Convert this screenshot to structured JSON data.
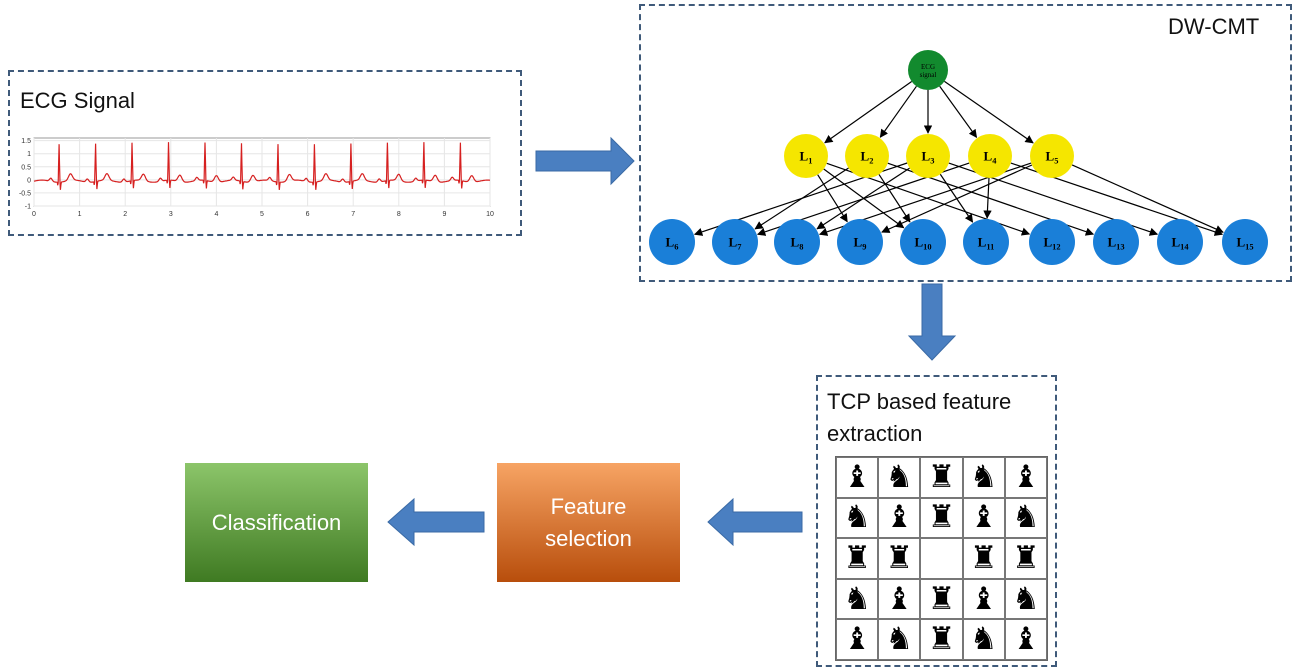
{
  "ecg_box": {
    "title": "ECG Signal",
    "plot": {
      "y_ticks": [
        "1.5",
        "1",
        "0.5",
        "0",
        "-0.5",
        "-1"
      ],
      "x_ticks": [
        "0",
        "1",
        "2",
        "3",
        "4",
        "5",
        "6",
        "7",
        "8",
        "9",
        "10"
      ],
      "line_color": "#d62020"
    }
  },
  "dwcmt_box": {
    "title": "DW-CMT",
    "root": {
      "line1": "ECG",
      "line2": "signal",
      "color": "#128a2e"
    },
    "level1": [
      {
        "base": "L",
        "sub": "1"
      },
      {
        "base": "L",
        "sub": "2"
      },
      {
        "base": "L",
        "sub": "3"
      },
      {
        "base": "L",
        "sub": "4"
      },
      {
        "base": "L",
        "sub": "5"
      }
    ],
    "level1_color": "#f5e600",
    "level2": [
      {
        "base": "L",
        "sub": "6"
      },
      {
        "base": "L",
        "sub": "7"
      },
      {
        "base": "L",
        "sub": "8"
      },
      {
        "base": "L",
        "sub": "9"
      },
      {
        "base": "L",
        "sub": "10"
      },
      {
        "base": "L",
        "sub": "11"
      },
      {
        "base": "L",
        "sub": "12"
      },
      {
        "base": "L",
        "sub": "13"
      },
      {
        "base": "L",
        "sub": "14"
      },
      {
        "base": "L",
        "sub": "15"
      }
    ],
    "level2_color": "#1a7fd8",
    "edges_level1_to_level2": [
      [
        0,
        3
      ],
      [
        0,
        4
      ],
      [
        0,
        6
      ],
      [
        1,
        1
      ],
      [
        1,
        4
      ],
      [
        1,
        7
      ],
      [
        2,
        0
      ],
      [
        2,
        2
      ],
      [
        2,
        5
      ],
      [
        2,
        8
      ],
      [
        3,
        1
      ],
      [
        3,
        5
      ],
      [
        3,
        9
      ],
      [
        4,
        2
      ],
      [
        4,
        3
      ],
      [
        4,
        9
      ]
    ]
  },
  "tcp_box": {
    "title_line1": "TCP based feature",
    "title_line2": "extraction",
    "board": [
      [
        "♝",
        "♞",
        "♜",
        "♞",
        "♝"
      ],
      [
        "♞",
        "♝",
        "♜",
        "♝",
        "♞"
      ],
      [
        "♜",
        "♜",
        "",
        "♜",
        "♜"
      ],
      [
        "♞",
        "♝",
        "♜",
        "♝",
        "♞"
      ],
      [
        "♝",
        "♞",
        "♜",
        "♞",
        "♝"
      ]
    ]
  },
  "feature_selection": {
    "line1": "Feature",
    "line2": "selection"
  },
  "classification": {
    "label": "Classification"
  },
  "colors": {
    "arrow_blue": "#4a7fc1",
    "box_border": "#3f5a7a",
    "feature_top": "#f7a464",
    "feature_bottom": "#b84e0c",
    "class_top": "#8cc56a",
    "class_bottom": "#3f7a22"
  }
}
